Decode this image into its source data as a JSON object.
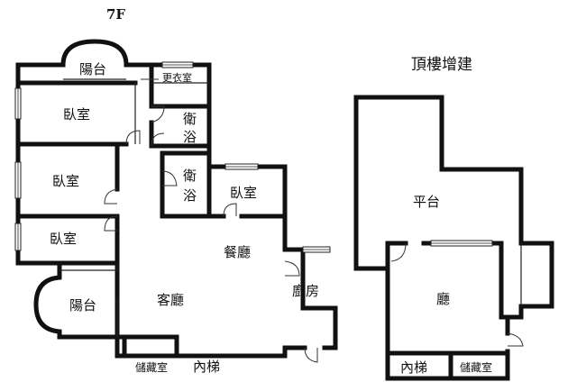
{
  "headings": {
    "floor_7": "7F",
    "rooftop": "頂樓增建"
  },
  "rooms_7f": {
    "balcony_top": "陽台",
    "walk_in_closet": "更衣室",
    "bedroom_1": "臥室",
    "bath_1_top": "衛",
    "bath_1_bottom": "浴",
    "bedroom_2": "臥室",
    "bath_2_top": "衛",
    "bath_2_bottom": "浴",
    "bedroom_3": "臥室",
    "bedroom_4": "臥室",
    "dining": "餐廳",
    "balcony_left": "陽台",
    "living": "客廳",
    "kitchen": "廚房",
    "storage": "儲藏室",
    "inner_stairs": "內梯"
  },
  "rooms_roof": {
    "terrace": "平台",
    "hall": "廳",
    "inner_stairs": "內梯",
    "storage": "儲藏室"
  },
  "colors": {
    "wall": "#111111",
    "background": "#ffffff"
  }
}
